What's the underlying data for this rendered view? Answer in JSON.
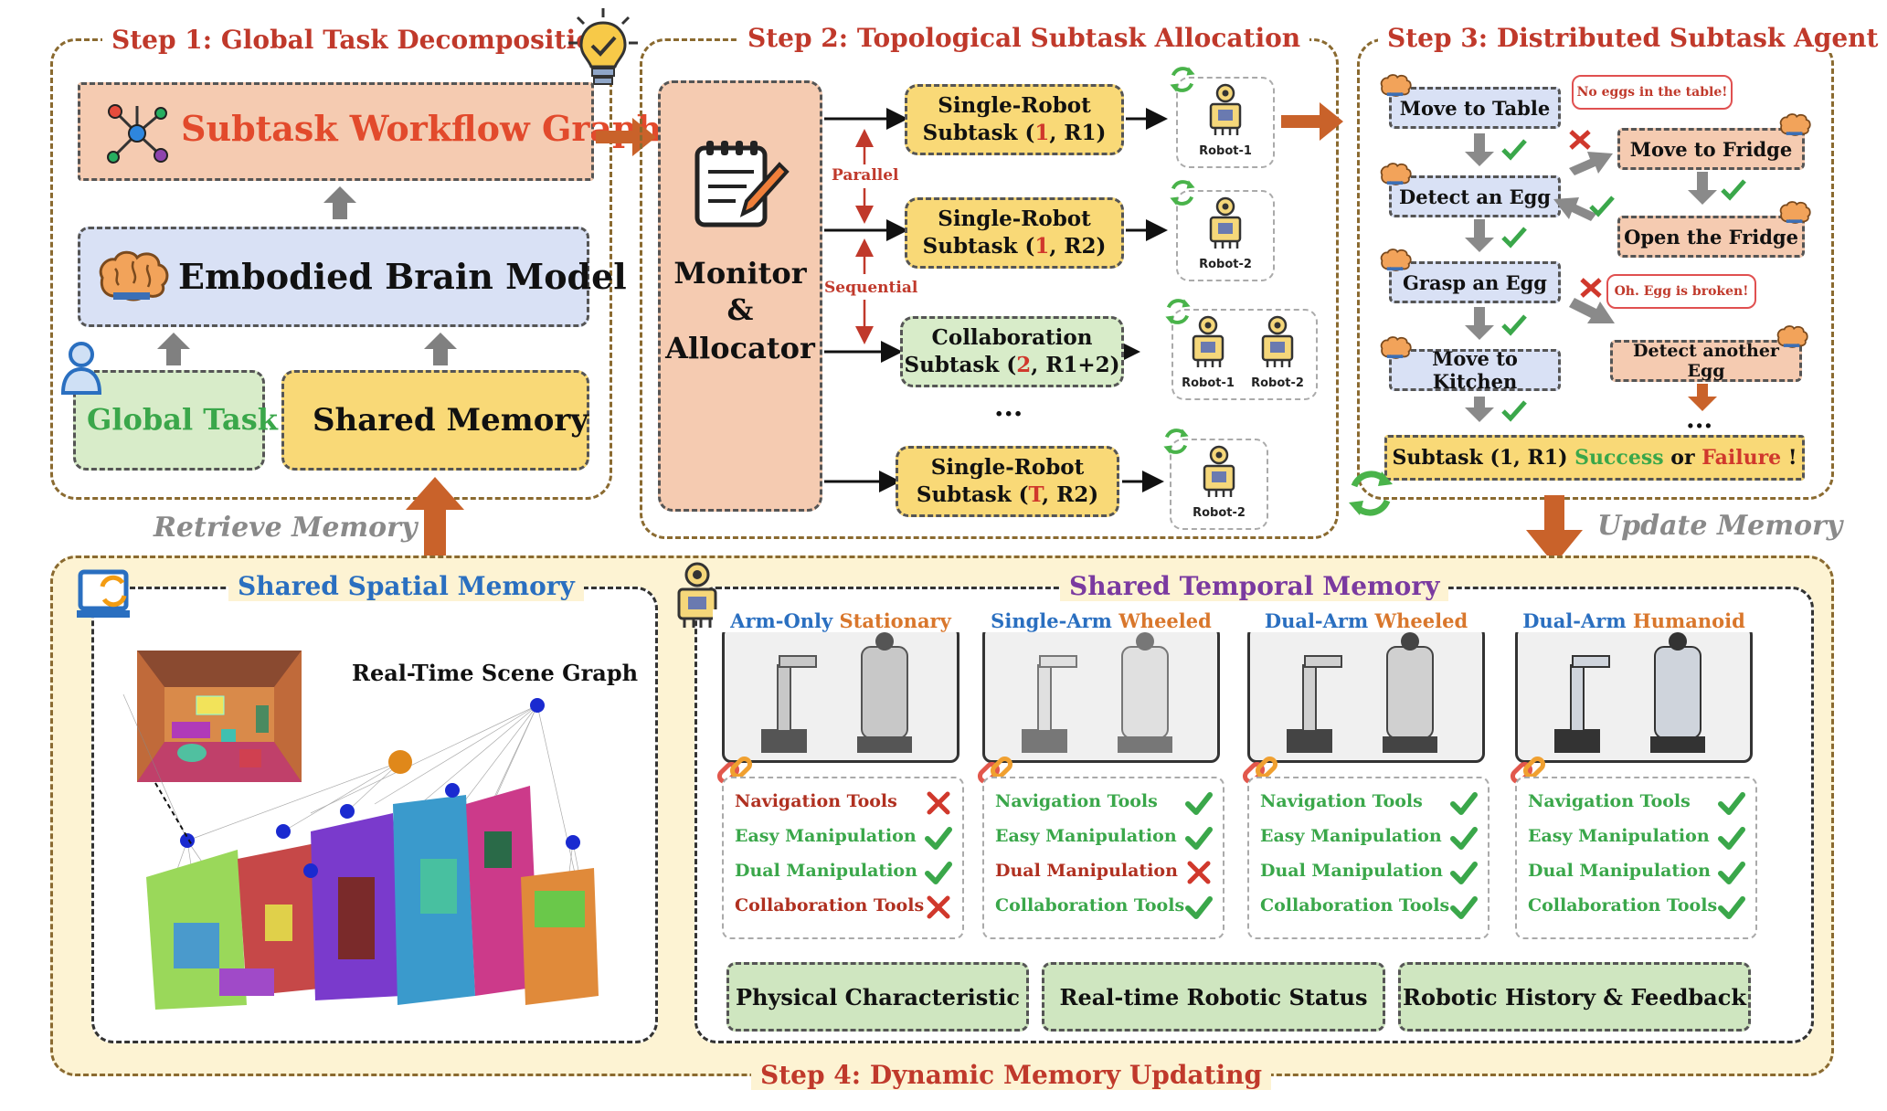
{
  "step1": {
    "title": "Step 1: Global Task Decomposition",
    "workflow_graph": "Subtask Workflow Graph",
    "brain_model": "Embodied Brain Model",
    "global_task": "Global Task",
    "shared_memory": "Shared Memory",
    "retrieve_memory": "Retrieve Memory"
  },
  "step2": {
    "title": "Step 2: Topological Subtask Allocation",
    "monitor": [
      "Monitor",
      "&",
      "Allocator"
    ],
    "parallel": "Parallel",
    "sequential": "Sequential",
    "ellipsis": "...",
    "subtasks": [
      {
        "line1": "Single-Robot",
        "pre": "Subtask (",
        "num": "1",
        "post": ", R1)",
        "style": "yellow",
        "robots": [
          "Robot-1"
        ]
      },
      {
        "line1": "Single-Robot",
        "pre": "Subtask (",
        "num": "1",
        "post": ", R2)",
        "style": "yellow",
        "robots": [
          "Robot-2"
        ]
      },
      {
        "line1": "Collaboration",
        "pre": "Subtask (",
        "num": "2",
        "post": ", R1+2)",
        "style": "green",
        "robots": [
          "Robot-1",
          "Robot-2"
        ]
      },
      {
        "line1": "Single-Robot",
        "pre": "Subtask (",
        "num": "T",
        "post": ", R2)",
        "style": "yellow",
        "robots": [
          "Robot-2"
        ]
      }
    ]
  },
  "step3": {
    "title": "Step 3: Distributed Subtask Agent",
    "left_chain": [
      "Move to Table",
      "Detect an Egg",
      "Grasp an Egg",
      "Move to Kitchen"
    ],
    "right_chain": [
      "Move to Fridge",
      "Open the Fridge",
      "Detect another Egg"
    ],
    "note1": "No eggs in the table!",
    "note2": "Oh. Egg is broken!",
    "ellipsis": "...",
    "result_pre": "Subtask (1, R1) ",
    "result_success": "Success",
    "result_mid": " or ",
    "result_failure": "Failure",
    "result_post": " !",
    "update_memory": "Update Memory"
  },
  "step4": {
    "title": "Step 4: Dynamic Memory Updating",
    "spatial_title": "Shared Spatial Memory",
    "scene_graph_label": "Real-Time Scene Graph",
    "temporal_title": "Shared Temporal Memory",
    "robot_types": [
      {
        "part1": "Arm-Only",
        "part2": "Stationary",
        "tools": [
          [
            "Navigation Tools",
            "x"
          ],
          [
            "Easy Manipulation",
            "check"
          ],
          [
            "Dual Manipulation",
            "check"
          ],
          [
            "Collaboration Tools",
            "x"
          ]
        ]
      },
      {
        "part1": "Single-Arm",
        "part2": "Wheeled",
        "tools": [
          [
            "Navigation Tools",
            "check"
          ],
          [
            "Easy Manipulation",
            "check"
          ],
          [
            "Dual Manipulation",
            "x"
          ],
          [
            "Collaboration Tools",
            "check"
          ]
        ]
      },
      {
        "part1": "Dual-Arm",
        "part2": "Wheeled",
        "tools": [
          [
            "Navigation Tools",
            "check"
          ],
          [
            "Easy Manipulation",
            "check"
          ],
          [
            "Dual Manipulation",
            "check"
          ],
          [
            "Collaboration Tools",
            "check"
          ]
        ]
      },
      {
        "part1": "Dual-Arm",
        "part2": "Humanoid",
        "tools": [
          [
            "Navigation Tools",
            "check"
          ],
          [
            "Easy Manipulation",
            "check"
          ],
          [
            "Dual Manipulation",
            "check"
          ],
          [
            "Collaboration Tools",
            "check"
          ]
        ]
      }
    ],
    "footer": [
      "Physical Characteristic",
      "Real-time Robotic Status",
      "Robotic History & Feedback"
    ]
  },
  "colors": {
    "step_title": "#c0392b",
    "arrow_orange": "#c9622a",
    "yellow": "#f9d977",
    "green": "#d8ecc9",
    "blue": "#d9e1f5",
    "peach": "#f5cbb1",
    "check": "#3aa74a",
    "cross": "#d0382c",
    "temporal_title": "#7a3aa0",
    "spatial_title": "#2a6fc0"
  }
}
